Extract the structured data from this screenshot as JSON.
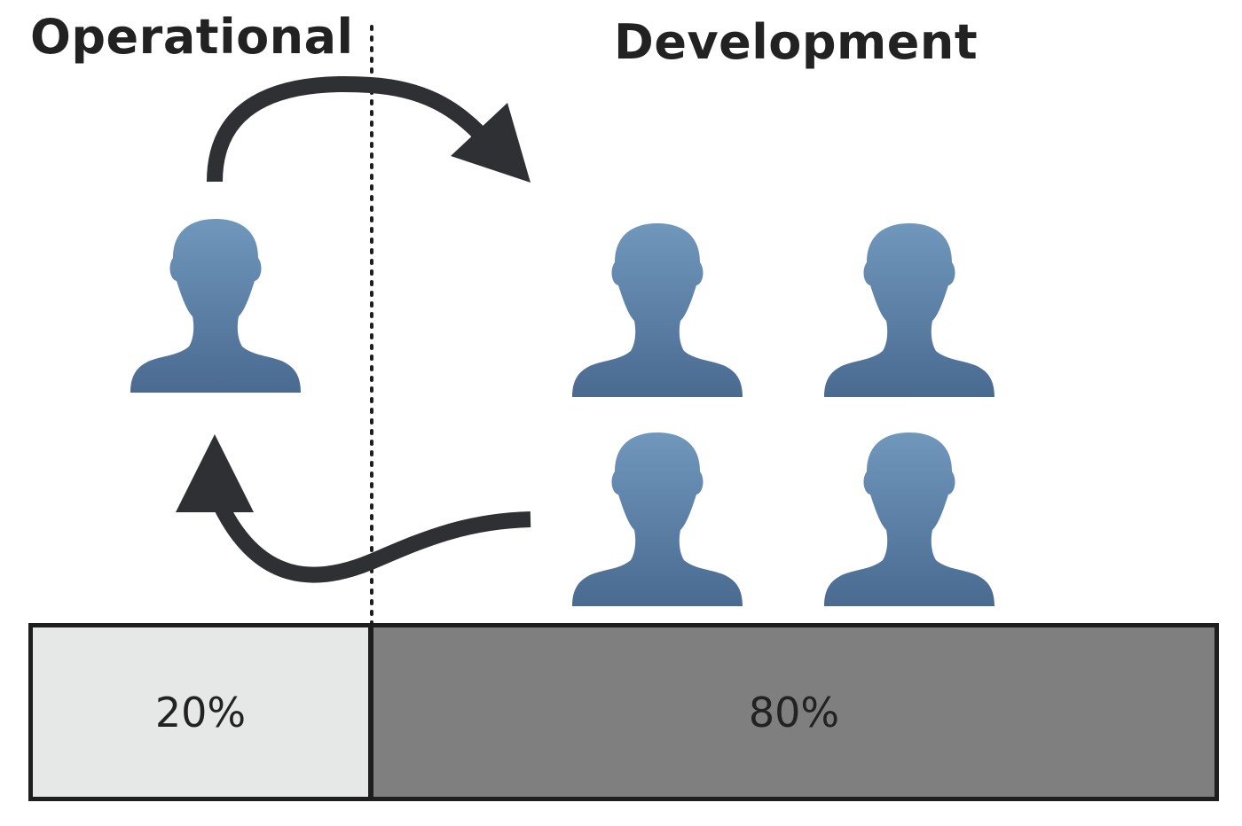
{
  "labels": {
    "operational": "Operational",
    "development": "Development"
  },
  "split": {
    "operational": {
      "label": "20%",
      "fraction": 0.2
    },
    "development": {
      "label": "80%",
      "fraction": 0.8
    }
  },
  "people": {
    "operational_count": 1,
    "development_count": 4,
    "icon": "person-icon"
  },
  "arrows": [
    {
      "from": "operational",
      "to": "development",
      "icon": "arrow-icon"
    },
    {
      "from": "development",
      "to": "operational",
      "icon": "arrow-icon"
    }
  ],
  "colors": {
    "operational_bar": "#e6e8e7",
    "development_bar": "#7f7f7f",
    "person_top": "#7097bc",
    "person_bottom": "#4a6a90",
    "arrow": "#2e3033",
    "text": "#222222"
  }
}
